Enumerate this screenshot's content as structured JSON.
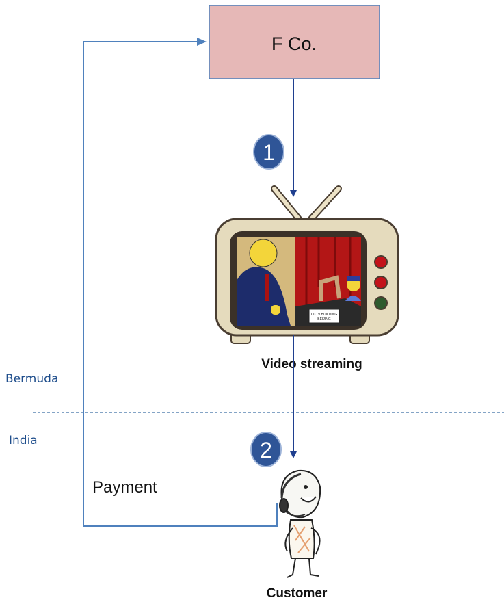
{
  "entity": {
    "name": "F Co."
  },
  "steps": [
    "1",
    "2"
  ],
  "tv": {
    "caption": "Video streaming",
    "plaque_line1": "CCTV BUILDING",
    "plaque_line2": "BEIJING"
  },
  "customer": {
    "caption": "Customer"
  },
  "flow": {
    "payment_label": "Payment"
  },
  "regions": {
    "top": "Bermuda",
    "bottom": "India"
  },
  "colors": {
    "box_fill": "#e6b8b7",
    "box_stroke": "#4f81bd",
    "arrow": "#1f3f8f",
    "payment_line": "#4f81bd",
    "step_badge": "#2f5597",
    "divider": "#3a6ea5"
  }
}
